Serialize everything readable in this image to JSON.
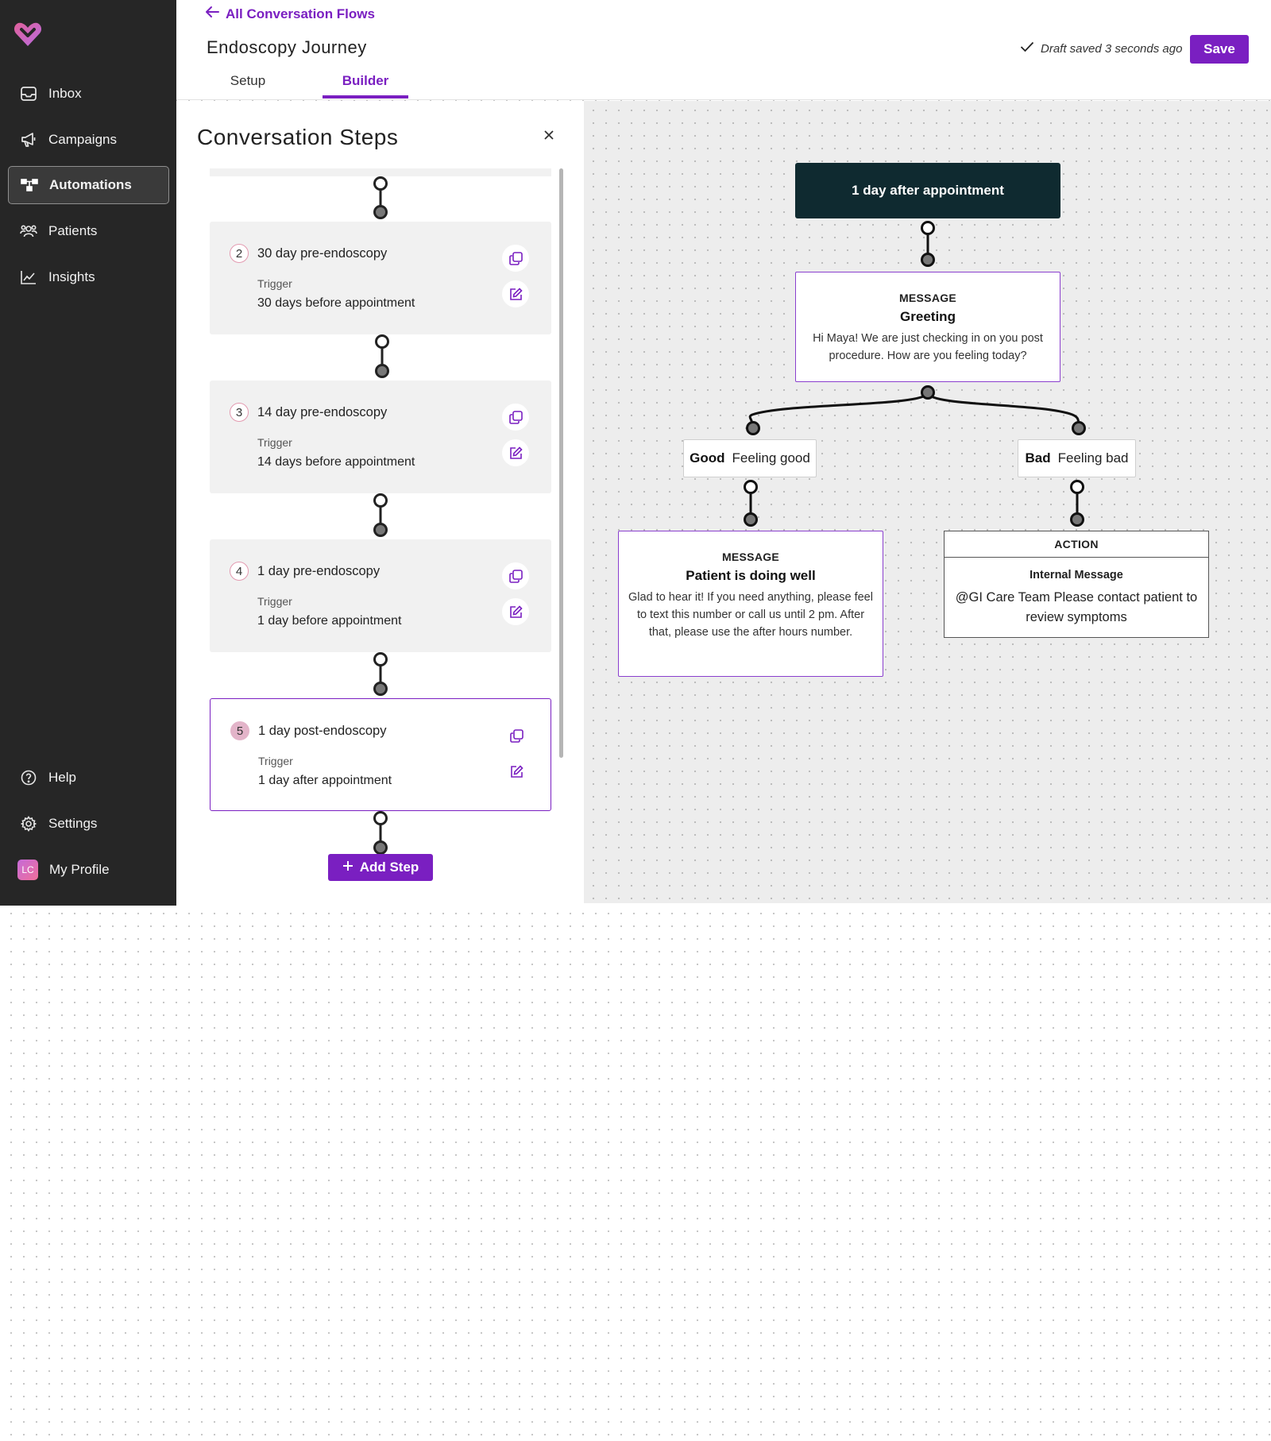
{
  "sidebar": {
    "items": [
      {
        "label": "Inbox",
        "icon": "inbox-icon"
      },
      {
        "label": "Campaigns",
        "icon": "megaphone-icon"
      },
      {
        "label": "Automations",
        "icon": "automations-icon",
        "active": true
      },
      {
        "label": "Patients",
        "icon": "patients-icon"
      },
      {
        "label": "Insights",
        "icon": "insights-icon"
      }
    ],
    "bottom": {
      "help": "Help",
      "settings": "Settings",
      "profile": "My Profile",
      "avatar_initials": "LC"
    }
  },
  "header": {
    "back_label": "All Conversation Flows",
    "title": "Endoscopy Journey",
    "tabs": [
      {
        "label": "Setup"
      },
      {
        "label": "Builder",
        "active": true
      }
    ],
    "draft_status": "Draft saved 3 seconds ago",
    "save_label": "Save"
  },
  "steps_panel": {
    "title": "Conversation Steps",
    "trigger_label": "Trigger",
    "steps": [
      {
        "num": "2",
        "name": "30 day pre-endoscopy",
        "trigger": "30 days before appointment"
      },
      {
        "num": "3",
        "name": "14 day pre-endoscopy",
        "trigger": "14 days before appointment"
      },
      {
        "num": "4",
        "name": "1 day pre-endoscopy",
        "trigger": "1 day before appointment"
      },
      {
        "num": "5",
        "name": "1 day post-endoscopy",
        "trigger": "1 day after appointment",
        "selected": true
      }
    ],
    "add_step_label": "Add Step"
  },
  "canvas": {
    "trigger_node": "1 day after appointment",
    "greeting": {
      "type": "MESSAGE",
      "title": "Greeting",
      "body": "Hi Maya! We are just checking in on you post procedure. How are you feeling today?"
    },
    "branches": [
      {
        "key": "Good",
        "label": "Feeling good"
      },
      {
        "key": "Bad",
        "label": "Feeling bad"
      }
    ],
    "good_message": {
      "type": "MESSAGE",
      "title": "Patient is doing well",
      "body": "Glad to hear it! If you need anything, please feel to text this number or call us until 2 pm. After that, please use the after hours number."
    },
    "bad_action": {
      "type": "ACTION",
      "title": "Internal Message",
      "body": "@GI Care Team Please contact patient to review symptoms"
    }
  },
  "colors": {
    "accent": "#7a1fc1",
    "sidebar_bg": "#262626",
    "trigger_node_bg": "#0f2a30"
  }
}
